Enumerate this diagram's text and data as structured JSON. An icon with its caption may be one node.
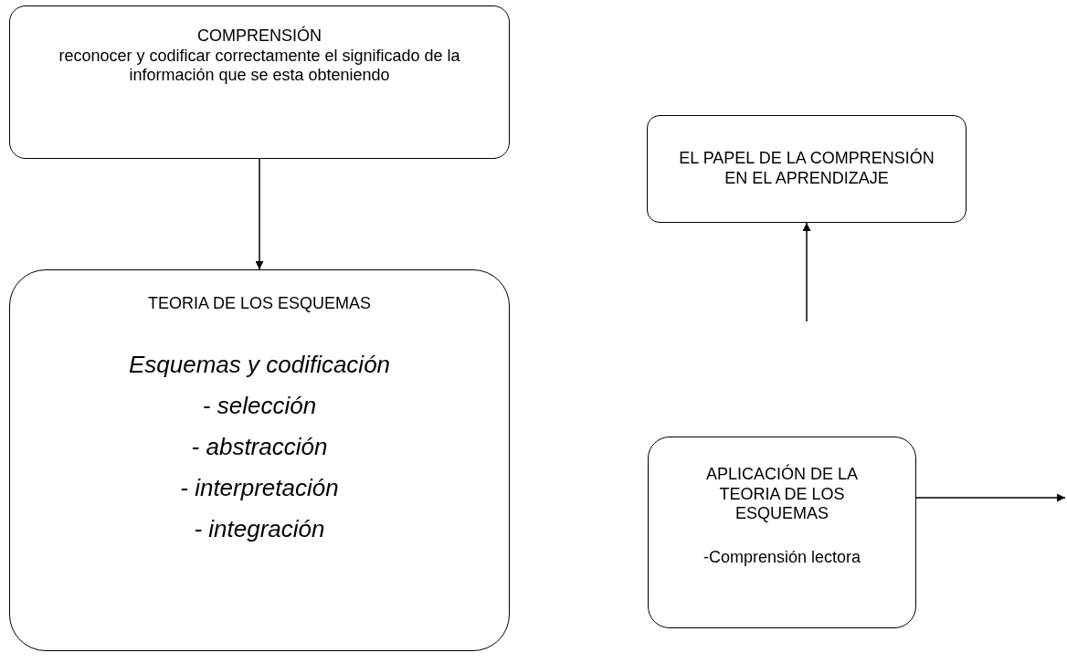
{
  "diagram": {
    "nodes": [
      {
        "text": [
          "COMPRENSIÓN",
          "reconocer y codificar correctamente el significado de la información que se esta obteniendo"
        ]
      },
      {
        "text": [
          "TEORIA DE LOS ESQUEMAS",
          "Esquemas y codificación",
          "-  selección",
          "- abstracción",
          "- interpretación",
          "- integración"
        ]
      },
      {
        "text": [
          "EL PAPEL DE LA COMPRENSIÓN EN EL APRENDIZAJE"
        ]
      },
      {
        "text": [
          "APLICACIÓN DE LA TEORIA DE LOS ESQUEMAS",
          "-Comprensión lectora"
        ]
      }
    ],
    "edges": [
      {
        "from": 0,
        "to": 1,
        "arrow": "to"
      },
      {
        "from": null,
        "to": 2,
        "arrow": "to"
      },
      {
        "from": 3,
        "to": null,
        "arrow": "to"
      }
    ]
  }
}
